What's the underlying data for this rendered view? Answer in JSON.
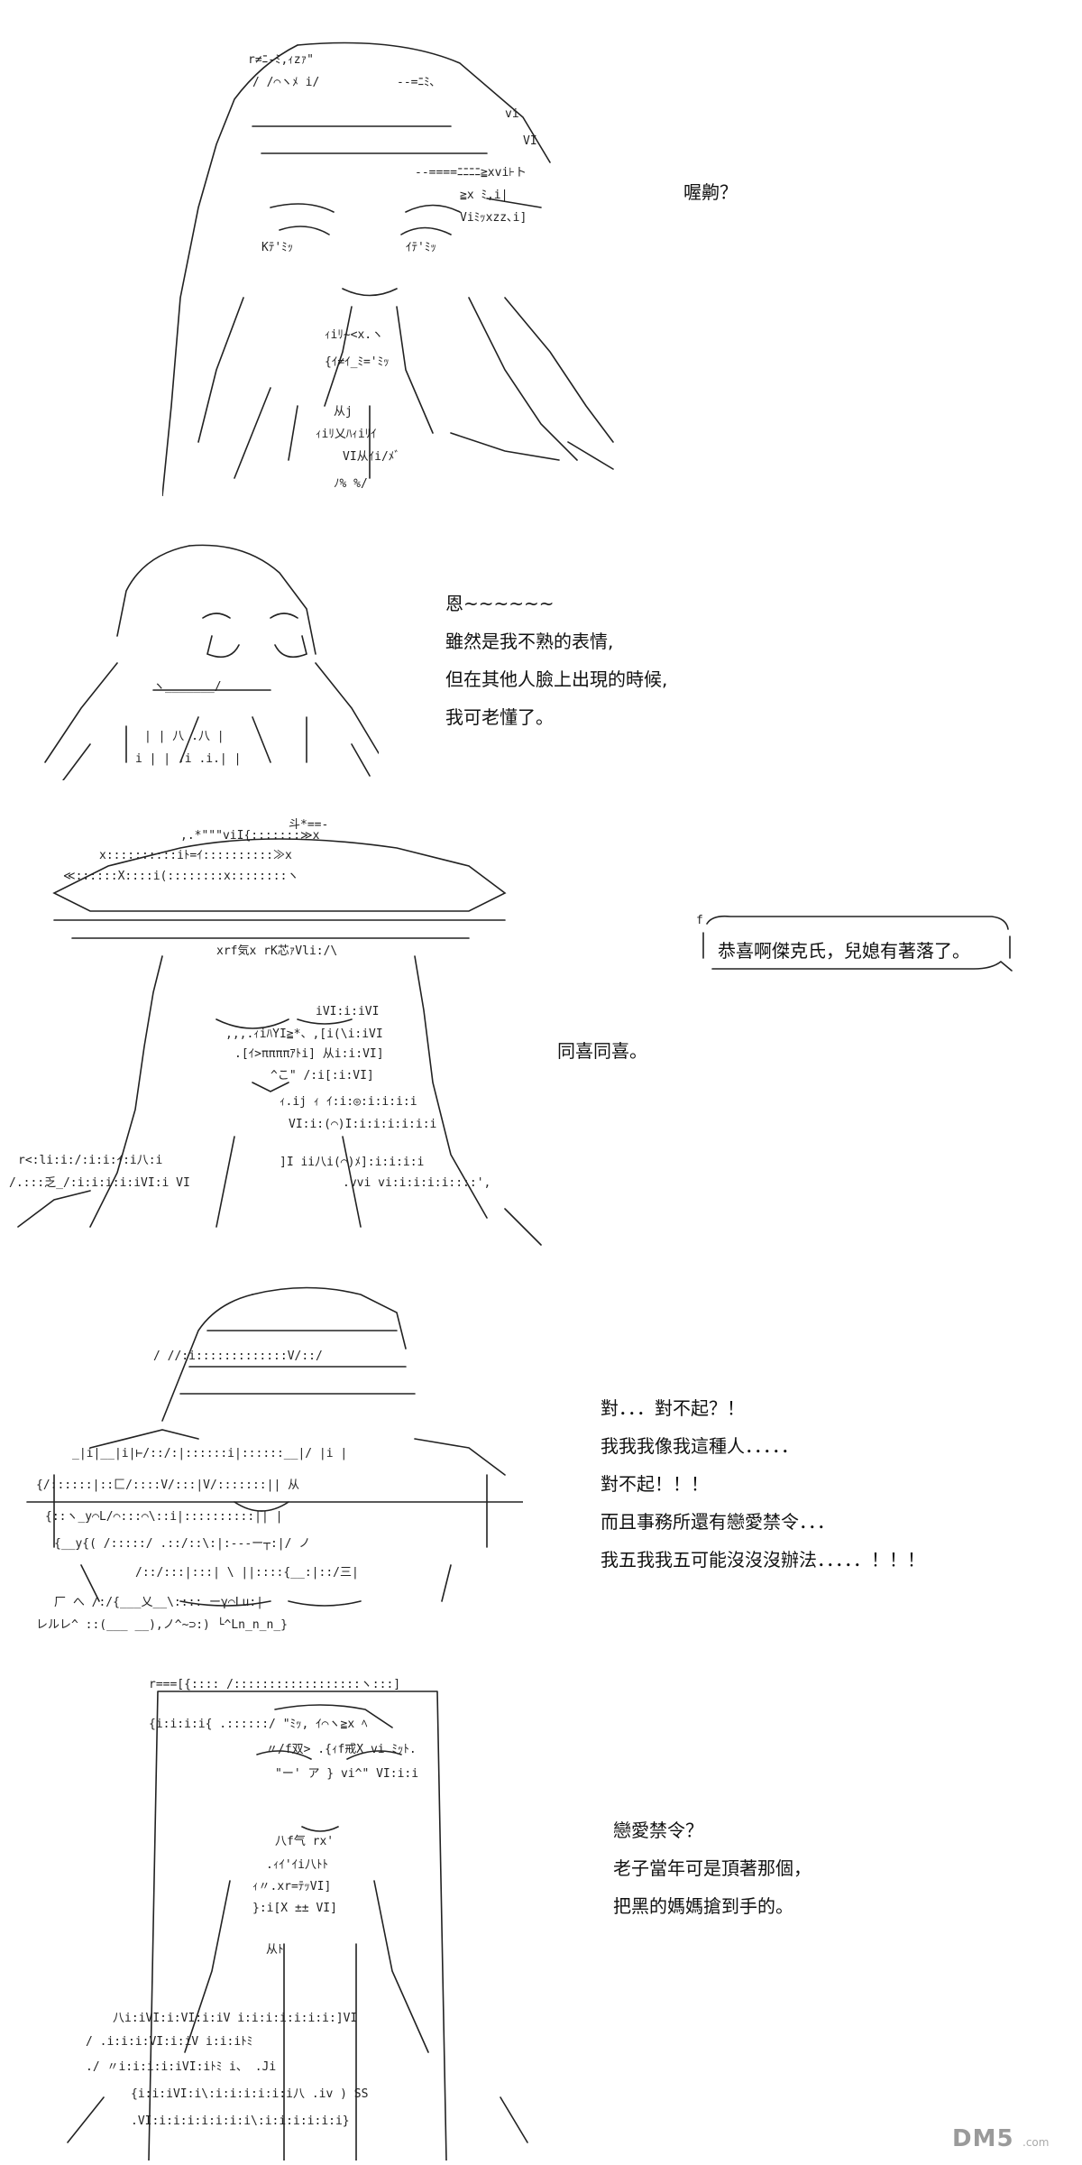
{
  "panels": [
    {
      "id": "p1",
      "lines": [
        "喔齁？"
      ]
    },
    {
      "id": "p2",
      "lines": [
        "恩~~~~~~",
        "雖然是我不熟的表情,",
        "但在其他人臉上出現的時候,",
        "我可老懂了。"
      ]
    },
    {
      "id": "p3",
      "bubble": "恭喜啊傑克氏，兒媳有著落了。",
      "lines": [
        "同喜同喜。"
      ]
    },
    {
      "id": "p4",
      "lines": [
        "對．．．對不起？！",
        "我我我像我這種人．．．．．",
        "對不起！！！",
        "而且事務所還有戀愛禁令．．．",
        "我五我我五可能沒沒沒辦法．．．．．！！！"
      ]
    },
    {
      "id": "p5",
      "lines": [
        "戀愛禁令？",
        "老子當年可是頂著那個，",
        "把黑的媽媽搶到手的。"
      ]
    }
  ],
  "watermark": {
    "logo": "DM5",
    "sub": ".com"
  },
  "colors": {
    "ink": "#222222",
    "background": "#ffffff",
    "watermark": "#9a9a9a"
  }
}
